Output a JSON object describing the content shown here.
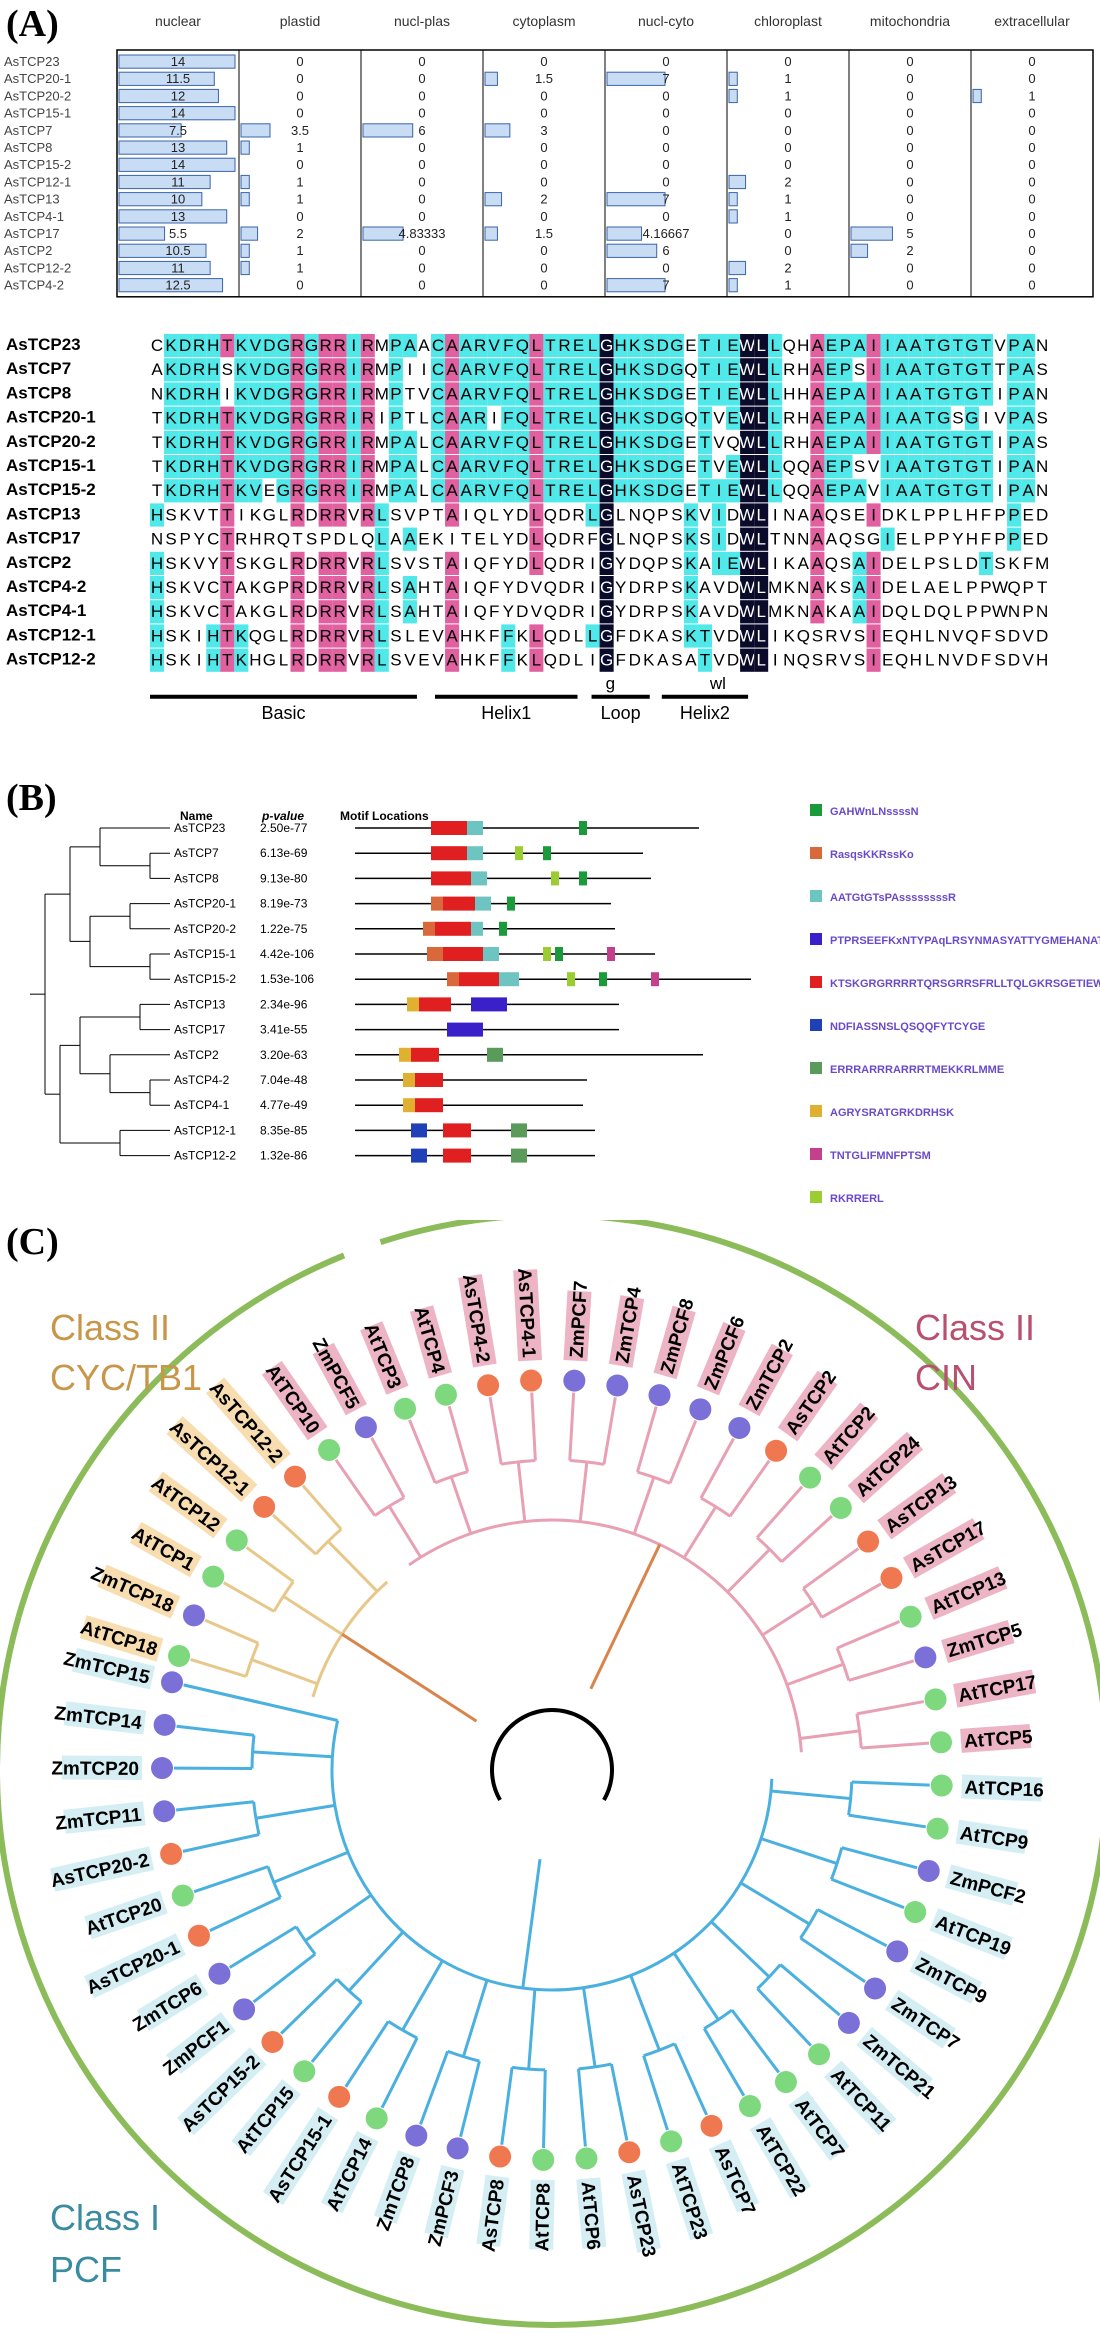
{
  "panels": {
    "a": "(A)",
    "b": "(B)",
    "c": "(C)"
  },
  "localization": {
    "columns": [
      "nuclear",
      "plastid",
      "nucl-plas",
      "cytoplasm",
      "nucl-cyto",
      "chloroplast",
      "mitochondria",
      "extracellular"
    ],
    "rows": [
      {
        "gene": "AsTCP23",
        "values": [
          "14",
          "0",
          "0",
          "0",
          "0",
          "0",
          "0",
          "0"
        ]
      },
      {
        "gene": "AsTCP20-1",
        "values": [
          "11.5",
          "0",
          "0",
          "1.5",
          "7",
          "1",
          "0",
          "0"
        ]
      },
      {
        "gene": "AsTCP20-2",
        "values": [
          "12",
          "0",
          "0",
          "0",
          "0",
          "1",
          "0",
          "1"
        ]
      },
      {
        "gene": "AsTCP15-1",
        "values": [
          "14",
          "0",
          "0",
          "0",
          "0",
          "0",
          "0",
          "0"
        ]
      },
      {
        "gene": "AsTCP7",
        "values": [
          "7.5",
          "3.5",
          "6",
          "3",
          "0",
          "0",
          "0",
          "0"
        ]
      },
      {
        "gene": "AsTCP8",
        "values": [
          "13",
          "1",
          "0",
          "0",
          "0",
          "0",
          "0",
          "0"
        ]
      },
      {
        "gene": "AsTCP15-2",
        "values": [
          "14",
          "0",
          "0",
          "0",
          "0",
          "0",
          "0",
          "0"
        ]
      },
      {
        "gene": "AsTCP12-1",
        "values": [
          "11",
          "1",
          "0",
          "0",
          "0",
          "2",
          "0",
          "0"
        ]
      },
      {
        "gene": "AsTCP13",
        "values": [
          "10",
          "1",
          "0",
          "2",
          "7",
          "1",
          "0",
          "0"
        ]
      },
      {
        "gene": "AsTCP4-1",
        "values": [
          "13",
          "0",
          "0",
          "0",
          "0",
          "1",
          "0",
          "0"
        ]
      },
      {
        "gene": "AsTCP17",
        "values": [
          "5.5",
          "2",
          "4.83333",
          "1.5",
          "4.16667",
          "0",
          "5",
          "0"
        ]
      },
      {
        "gene": "AsTCP2",
        "values": [
          "10.5",
          "1",
          "0",
          "0",
          "6",
          "0",
          "2",
          "0"
        ]
      },
      {
        "gene": "AsTCP12-2",
        "values": [
          "11",
          "1",
          "0",
          "0",
          "0",
          "2",
          "0",
          "0"
        ]
      },
      {
        "gene": "AsTCP4-2",
        "values": [
          "12.5",
          "0",
          "0",
          "0",
          "7",
          "1",
          "0",
          "0"
        ]
      }
    ]
  },
  "alignment": {
    "rows": [
      {
        "name": "AsTCP23",
        "seq": "CKDRHTKVDGRGRRIRMPAACAARVFQLTRELGHKSDGETIEWLLQHAEPAIIAATGTGTVPAN"
      },
      {
        "name": "AsTCP7",
        "seq": "AKDRHSKVDGRGRRIRMPIICAARVFQLTRELGHKSDGQTIEWLLRHAEPSIIAATGTGTTPAS"
      },
      {
        "name": "AsTCP8",
        "seq": "NKDRHIKVDGRGRRIRMPTVCAARVFQLTRELGHKSDGETIEWLLHHAEPAIIAATGTGTIPAN"
      },
      {
        "name": "AsTCP20-1",
        "seq": "TKDRHTKVDGRGRRIRIPTLCAARIFQLTRELGHKSDGQTVEWLLRHAEPAIIAATGSGIVPAS"
      },
      {
        "name": "AsTCP20-2",
        "seq": "TKDRHTKVDGRGRRIRMPALCAARVFQLTRELGHKSDGETVQWLLRHAEPAIIAATGTGTIPAS"
      },
      {
        "name": "AsTCP15-1",
        "seq": "TKDRHTKVDGRGRRIRMPALCAARVFQLTRELGHKSDGETVEWLLQQAEPSVIAATGTGTIPAN"
      },
      {
        "name": "AsTCP15-2",
        "seq": "TKDRHTKVEGRGRRIRMPALCAARVFQLTRELGHKSDGETIEWLLQQAEPAVIAATGTGTIPAN"
      },
      {
        "name": "AsTCP13",
        "seq": "HSKVTTIKGLRDRRVRLSVPTAIQLYDLQDRLGLNQPSKVIDWLINAAQSEIDKLPPLHFPPED"
      },
      {
        "name": "AsTCP17",
        "seq": "NSPYCTRHRQTSPDLQLAAEKITELYDLQDRFGLNQPSKSIDWLTNNAAQSGIELPPYHFPPED"
      },
      {
        "name": "AsTCP2",
        "seq": "HSKVYTSKGLRDRRVRLSVSTAIQFYDLQDRIGYDQPSKAIEWLIKAAQSAIDELPSLDTSKFM"
      },
      {
        "name": "AsTCP4-2",
        "seq": "HSKVCTAKGPRDRRVRLSAHTAIQFYDVQDRIGYDRPSKAVDWLMKNAKSAIDELAELPPWQPT"
      },
      {
        "name": "AsTCP4-1",
        "seq": "HSKVCTAKGLRDRRVRLSAHTAIQFYDVQDRIGYDRPSKAVDWLMKNAKAAIDQLDQLPPWNPN"
      },
      {
        "name": "AsTCP12-1",
        "seq": "HSKIHTKQGLRDRRVRLSLEVAHKFFKLQDLLGFDKASKTVDWLIKQSRVSIEQHLNVQFSDVD"
      },
      {
        "name": "AsTCP12-2",
        "seq": "HSKIHTKHGLRDRRVRLSVEVAHKFFKLQDLIGFDKASATVDWLINQSRVSIEQHLNVDFSDVH"
      }
    ],
    "motif_letters": [
      "g",
      "wl"
    ],
    "regions": [
      "Basic",
      "Helix1",
      "Loop",
      "Helix2"
    ]
  },
  "motifs": {
    "headers": {
      "name": "Name",
      "pvalue": "p-value",
      "locations": "Motif Locations"
    },
    "rows": [
      {
        "name": "AsTCP23",
        "p": "2.50e-77",
        "len": 0.86,
        "boxes": [
          [
            "red",
            0.19,
            0.28
          ],
          [
            "teal",
            0.28,
            0.32
          ],
          [
            "green",
            0.56,
            0.58
          ]
        ]
      },
      {
        "name": "AsTCP7",
        "p": "6.13e-69",
        "len": 0.72,
        "boxes": [
          [
            "red",
            0.19,
            0.28
          ],
          [
            "teal",
            0.28,
            0.32
          ],
          [
            "lime",
            0.4,
            0.42
          ],
          [
            "green",
            0.47,
            0.49
          ]
        ]
      },
      {
        "name": "AsTCP8",
        "p": "9.13e-80",
        "len": 0.74,
        "boxes": [
          [
            "red",
            0.19,
            0.29
          ],
          [
            "teal",
            0.29,
            0.33
          ],
          [
            "lime",
            0.49,
            0.51
          ],
          [
            "green",
            0.56,
            0.58
          ]
        ]
      },
      {
        "name": "AsTCP20-1",
        "p": "8.19e-73",
        "len": 0.64,
        "boxes": [
          [
            "orange",
            0.19,
            0.22
          ],
          [
            "red",
            0.22,
            0.3
          ],
          [
            "teal",
            0.3,
            0.34
          ],
          [
            "green",
            0.38,
            0.4
          ]
        ]
      },
      {
        "name": "AsTCP20-2",
        "p": "1.22e-75",
        "len": 0.65,
        "boxes": [
          [
            "orange",
            0.17,
            0.2
          ],
          [
            "red",
            0.2,
            0.29
          ],
          [
            "teal",
            0.29,
            0.32
          ],
          [
            "green",
            0.36,
            0.38
          ]
        ]
      },
      {
        "name": "AsTCP15-1",
        "p": "4.42e-106",
        "len": 0.75,
        "boxes": [
          [
            "orange",
            0.18,
            0.22
          ],
          [
            "red",
            0.22,
            0.32
          ],
          [
            "teal",
            0.32,
            0.36
          ],
          [
            "lime",
            0.47,
            0.49
          ],
          [
            "green",
            0.5,
            0.52
          ],
          [
            "magenta",
            0.63,
            0.65
          ]
        ]
      },
      {
        "name": "AsTCP15-2",
        "p": "1.53e-106",
        "len": 0.99,
        "boxes": [
          [
            "orange",
            0.23,
            0.26
          ],
          [
            "red",
            0.26,
            0.36
          ],
          [
            "teal",
            0.36,
            0.41
          ],
          [
            "lime",
            0.53,
            0.55
          ],
          [
            "green",
            0.61,
            0.63
          ],
          [
            "magenta",
            0.74,
            0.76
          ]
        ]
      },
      {
        "name": "AsTCP13",
        "p": "2.34e-96",
        "len": 0.66,
        "boxes": [
          [
            "yellow",
            0.13,
            0.16
          ],
          [
            "red",
            0.16,
            0.24
          ],
          [
            "blue",
            0.29,
            0.38
          ]
        ]
      },
      {
        "name": "AsTCP17",
        "p": "3.41e-55",
        "len": 0.66,
        "boxes": [
          [
            "blue",
            0.23,
            0.32
          ]
        ]
      },
      {
        "name": "AsTCP2",
        "p": "3.20e-63",
        "len": 0.87,
        "boxes": [
          [
            "yellow",
            0.11,
            0.14
          ],
          [
            "red",
            0.14,
            0.21
          ],
          [
            "darkgreen",
            0.33,
            0.37
          ]
        ]
      },
      {
        "name": "AsTCP4-2",
        "p": "7.04e-48",
        "len": 0.58,
        "boxes": [
          [
            "yellow",
            0.12,
            0.15
          ],
          [
            "red",
            0.15,
            0.22
          ]
        ]
      },
      {
        "name": "AsTCP4-1",
        "p": "4.77e-49",
        "len": 0.57,
        "boxes": [
          [
            "yellow",
            0.12,
            0.15
          ],
          [
            "red",
            0.15,
            0.22
          ]
        ]
      },
      {
        "name": "AsTCP12-1",
        "p": "8.35e-85",
        "len": 0.6,
        "boxes": [
          [
            "navy",
            0.14,
            0.18
          ],
          [
            "red",
            0.22,
            0.29
          ],
          [
            "darkgreen",
            0.39,
            0.43
          ]
        ]
      },
      {
        "name": "AsTCP12-2",
        "p": "1.32e-86",
        "len": 0.6,
        "boxes": [
          [
            "navy",
            0.14,
            0.18
          ],
          [
            "red",
            0.22,
            0.29
          ],
          [
            "darkgreen",
            0.39,
            0.43
          ]
        ]
      }
    ],
    "colors": {
      "red": "#e02020",
      "teal": "#6ec4c0",
      "green": "#1a9a3a",
      "lime": "#9acd32",
      "orange": "#d9683a",
      "magenta": "#c4408c",
      "yellow": "#e0b030",
      "blue": "#3a20c8",
      "navy": "#2040b8",
      "darkgreen": "#5a9a5a"
    },
    "legend": [
      {
        "color": "green",
        "logo": "GAHWnLNssssN"
      },
      {
        "color": "orange",
        "logo": "RasqsKKRssKo"
      },
      {
        "color": "teal",
        "logo": "AATGtGTsPAssssssssR"
      },
      {
        "color": "blue",
        "logo": "PTPRSEEFKxNTYPAqLRSYNMASYATTYGMEHANATLSGPSMSITYF"
      },
      {
        "color": "red",
        "logo": "KTSKGRGRRRRTQRSGRRSFRLLTQLGKRSGETIEWLLRRAEALI"
      },
      {
        "color": "navy",
        "logo": "NDFIASSNSLQSQQFYTCYGE"
      },
      {
        "color": "darkgreen",
        "logo": "ERRRARRRARRRTMEKKRLMME"
      },
      {
        "color": "yellow",
        "logo": "AGRYSRATGRKDRHSK"
      },
      {
        "color": "magenta",
        "logo": "TNTGLIFMNFPTSM"
      },
      {
        "color": "lime",
        "logo": "RKRRERL"
      }
    ]
  },
  "tree": {
    "class_labels": {
      "cyc_line1": "Class II",
      "cyc_line2": "CYC/TB1",
      "cin_line1": "Class II",
      "cin_line2": "CIN",
      "pcf_line1": "Class I",
      "pcf_line2": "PCF"
    },
    "colors": {
      "As": "#f07850",
      "At": "#7ed87e",
      "Zm": "#7a70d8",
      "cyc": "#e8c88a",
      "cin": "#e8a0b4",
      "pcf": "#4ab0e0",
      "root": "#d8844a",
      "arc": "#8cbc5a",
      "cyc_label_bg": "#f8ddb0",
      "cin_label_bg": "#ecb4c4",
      "pcf_label_bg": "#d4eef4"
    },
    "leaves": [
      {
        "name": "AtTCP18",
        "clade": "cyc"
      },
      {
        "name": "ZmTCP18",
        "clade": "cyc"
      },
      {
        "name": "AtTCP1",
        "clade": "cyc"
      },
      {
        "name": "AtTCP12",
        "clade": "cyc"
      },
      {
        "name": "AsTCP12-1",
        "clade": "cyc"
      },
      {
        "name": "AsTCP12-2",
        "clade": "cyc"
      },
      {
        "name": "AtTCP10",
        "clade": "cin"
      },
      {
        "name": "ZmPCF5",
        "clade": "cin"
      },
      {
        "name": "AtTCP3",
        "clade": "cin"
      },
      {
        "name": "AtTCP4",
        "clade": "cin"
      },
      {
        "name": "AsTCP4-2",
        "clade": "cin"
      },
      {
        "name": "AsTCP4-1",
        "clade": "cin"
      },
      {
        "name": "ZmPCF7",
        "clade": "cin"
      },
      {
        "name": "ZmTCP4",
        "clade": "cin"
      },
      {
        "name": "ZmPCF8",
        "clade": "cin"
      },
      {
        "name": "ZmPCF6",
        "clade": "cin"
      },
      {
        "name": "ZmTCP2",
        "clade": "cin"
      },
      {
        "name": "AsTCP2",
        "clade": "cin"
      },
      {
        "name": "AtTCP2",
        "clade": "cin"
      },
      {
        "name": "AtTCP24",
        "clade": "cin"
      },
      {
        "name": "AsTCP13",
        "clade": "cin"
      },
      {
        "name": "AsTCP17",
        "clade": "cin"
      },
      {
        "name": "AtTCP13",
        "clade": "cin"
      },
      {
        "name": "ZmTCP5",
        "clade": "cin"
      },
      {
        "name": "AtTCP17",
        "clade": "cin"
      },
      {
        "name": "AtTCP5",
        "clade": "cin"
      },
      {
        "name": "AtTCP16",
        "clade": "pcf"
      },
      {
        "name": "AtTCP9",
        "clade": "pcf"
      },
      {
        "name": "ZmPCF2",
        "clade": "pcf"
      },
      {
        "name": "AtTCP19",
        "clade": "pcf"
      },
      {
        "name": "ZmTCP9",
        "clade": "pcf"
      },
      {
        "name": "ZmTCP7",
        "clade": "pcf"
      },
      {
        "name": "ZmTCP21",
        "clade": "pcf"
      },
      {
        "name": "AtTCP11",
        "clade": "pcf"
      },
      {
        "name": "AtTCP7",
        "clade": "pcf"
      },
      {
        "name": "AtTCP22",
        "clade": "pcf"
      },
      {
        "name": "AsTCP7",
        "clade": "pcf"
      },
      {
        "name": "AtTCP23",
        "clade": "pcf"
      },
      {
        "name": "AsTCP23",
        "clade": "pcf"
      },
      {
        "name": "AtTCP6",
        "clade": "pcf"
      },
      {
        "name": "AtTCP8",
        "clade": "pcf"
      },
      {
        "name": "AsTCP8",
        "clade": "pcf"
      },
      {
        "name": "ZmPCF3",
        "clade": "pcf"
      },
      {
        "name": "ZmTCP8",
        "clade": "pcf"
      },
      {
        "name": "AtTCP14",
        "clade": "pcf"
      },
      {
        "name": "AsTCP15-1",
        "clade": "pcf"
      },
      {
        "name": "AtTCP15",
        "clade": "pcf"
      },
      {
        "name": "AsTCP15-2",
        "clade": "pcf"
      },
      {
        "name": "ZmPCF1",
        "clade": "pcf"
      },
      {
        "name": "ZmTCP6",
        "clade": "pcf"
      },
      {
        "name": "AsTCP20-1",
        "clade": "pcf"
      },
      {
        "name": "AtTCP20",
        "clade": "pcf"
      },
      {
        "name": "AsTCP20-2",
        "clade": "pcf"
      },
      {
        "name": "ZmTCP11",
        "clade": "pcf"
      },
      {
        "name": "ZmTCP20",
        "clade": "pcf"
      },
      {
        "name": "ZmTCP14",
        "clade": "pcf"
      },
      {
        "name": "ZmTCP15",
        "clade": "pcf"
      }
    ]
  }
}
